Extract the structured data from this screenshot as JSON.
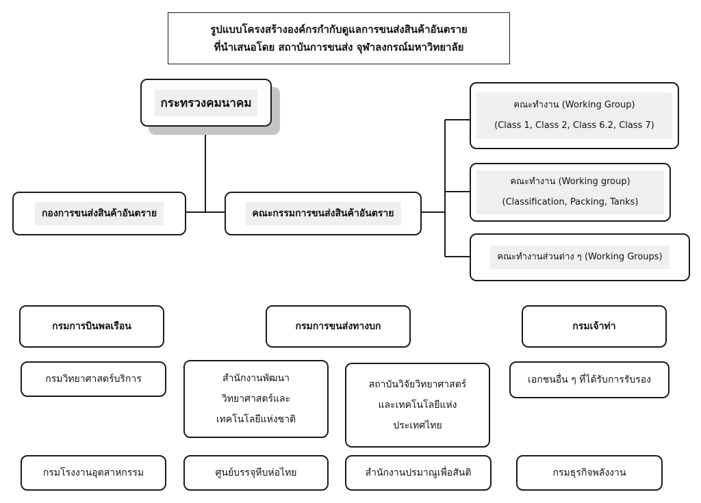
{
  "title": {
    "line1": "รูปแบบโครงสร้างองค์กรกำกับดูแลการขนส่งสินค้าอันตราย",
    "line2": "ที่นำเสนอโดย สถาบันการขนส่ง จุฬาลงกรณ์มหาวิทยาลัย"
  },
  "ministry": "กระทรวงคมนาคม",
  "division": "กองการขนส่งสินค้าอันตราย",
  "committee": "คณะกรรมการขนส่งสินค้าอันตราย",
  "working_groups": [
    {
      "line1": "คณะทำงาน (Working Group)",
      "line2": "(Class 1, Class 2, Class 6.2, Class 7)"
    },
    {
      "line1": "คณะทำงาน (Working group)",
      "line2": "(Classification, Packing, Tanks)"
    },
    {
      "line1": "คณะทำงานส่วนต่าง ๆ (Working Groups)"
    }
  ],
  "departments": {
    "civil_aviation": "กรมการบินพลเรือน",
    "land_transport": "กรมการขนส่งทางบก",
    "marine": "กรมเจ้าท่า"
  },
  "agencies": {
    "science_service": "กรมวิทยาศาสตร์บริการ",
    "nstda": {
      "line1": "สำนักงานพัฒนา",
      "line2": "วิทยาศาสตร์และ",
      "line3": "เทคโนโลยีแห่งชาติ"
    },
    "tistr": {
      "line1": "สถาบันวิจัยวิทยาศาสตร์",
      "line2": "และเทคโนโลยีแห่ง",
      "line3": "ประเทศไทย"
    },
    "private": "เอกชนอื่น ๆ ที่ได้รับการรับรอง",
    "industrial_works": "กรมโรงงานอุตสาหกรรม",
    "packaging_center": "ศูนย์บรรจุหีบห่อไทย",
    "atomic_energy": "สำนักงานปรมาณูเพื่อสันติ",
    "energy_business": "กรมธุรกิจพลังงาน"
  }
}
